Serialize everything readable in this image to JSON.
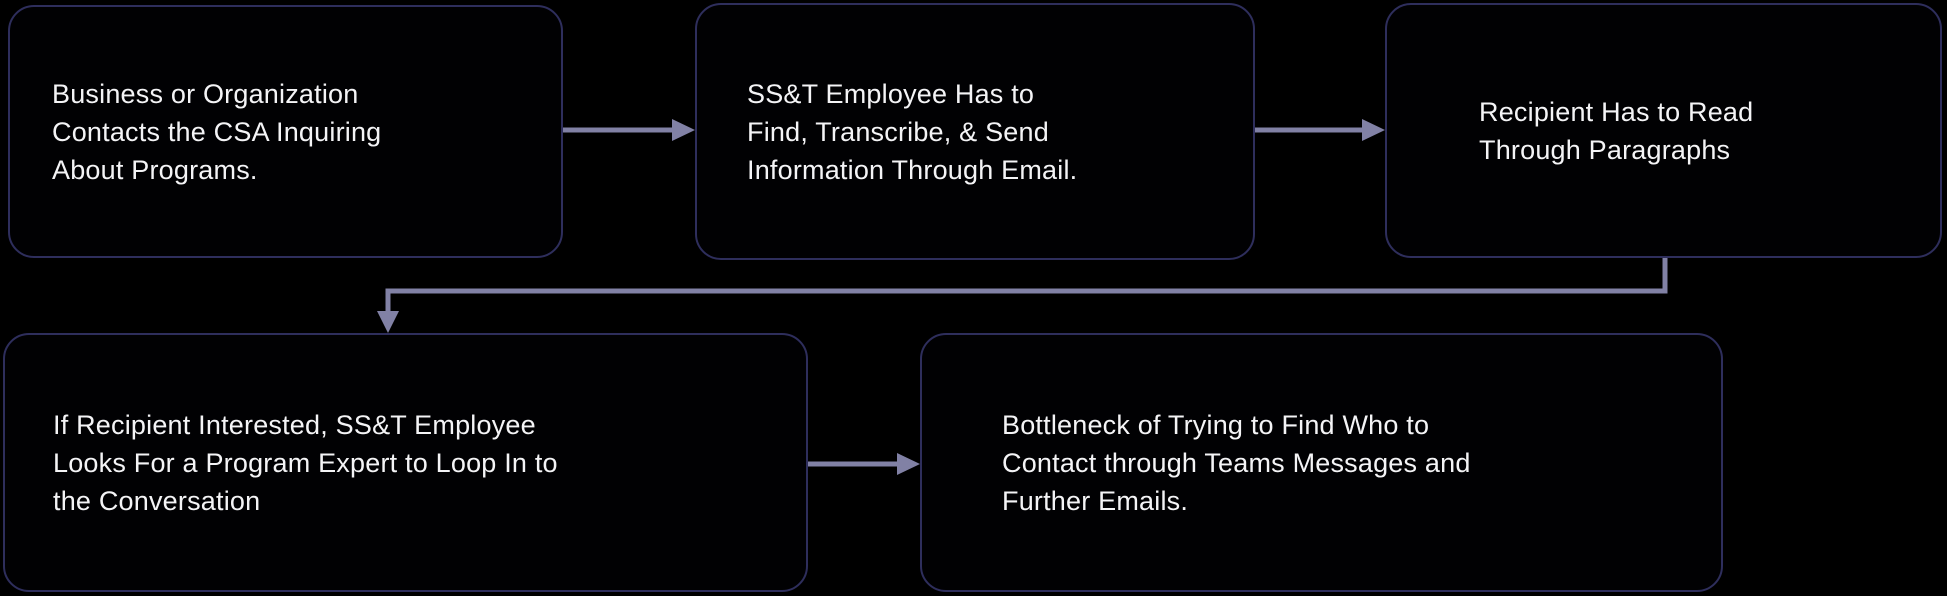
{
  "diagram": {
    "colors": {
      "background": "#000000",
      "node_fill": "#010103",
      "node_border_color": "#2e2e5c",
      "arrow_color": "#8181a5",
      "text_color": "#f4f4f6"
    },
    "nodes": [
      {
        "id": "contact",
        "label": "Business or Organization\nContacts the CSA Inquiring\nAbout Programs."
      },
      {
        "id": "transcribe",
        "label": "SS&T Employee Has to\nFind, Transcribe, & Send\nInformation Through Email."
      },
      {
        "id": "read",
        "label": "Recipient Has to Read\nThrough Paragraphs"
      },
      {
        "id": "loop-in",
        "label": "If Recipient Interested, SS&T Employee\nLooks For a Program Expert to Loop In to\nthe Conversation"
      },
      {
        "id": "bottleneck",
        "label": "Bottleneck of Trying to Find Who to\nContact through Teams Messages and\nFurther Emails."
      }
    ],
    "edges": [
      {
        "from": "contact",
        "to": "transcribe"
      },
      {
        "from": "transcribe",
        "to": "read"
      },
      {
        "from": "read",
        "to": "loop-in"
      },
      {
        "from": "loop-in",
        "to": "bottleneck"
      }
    ]
  }
}
